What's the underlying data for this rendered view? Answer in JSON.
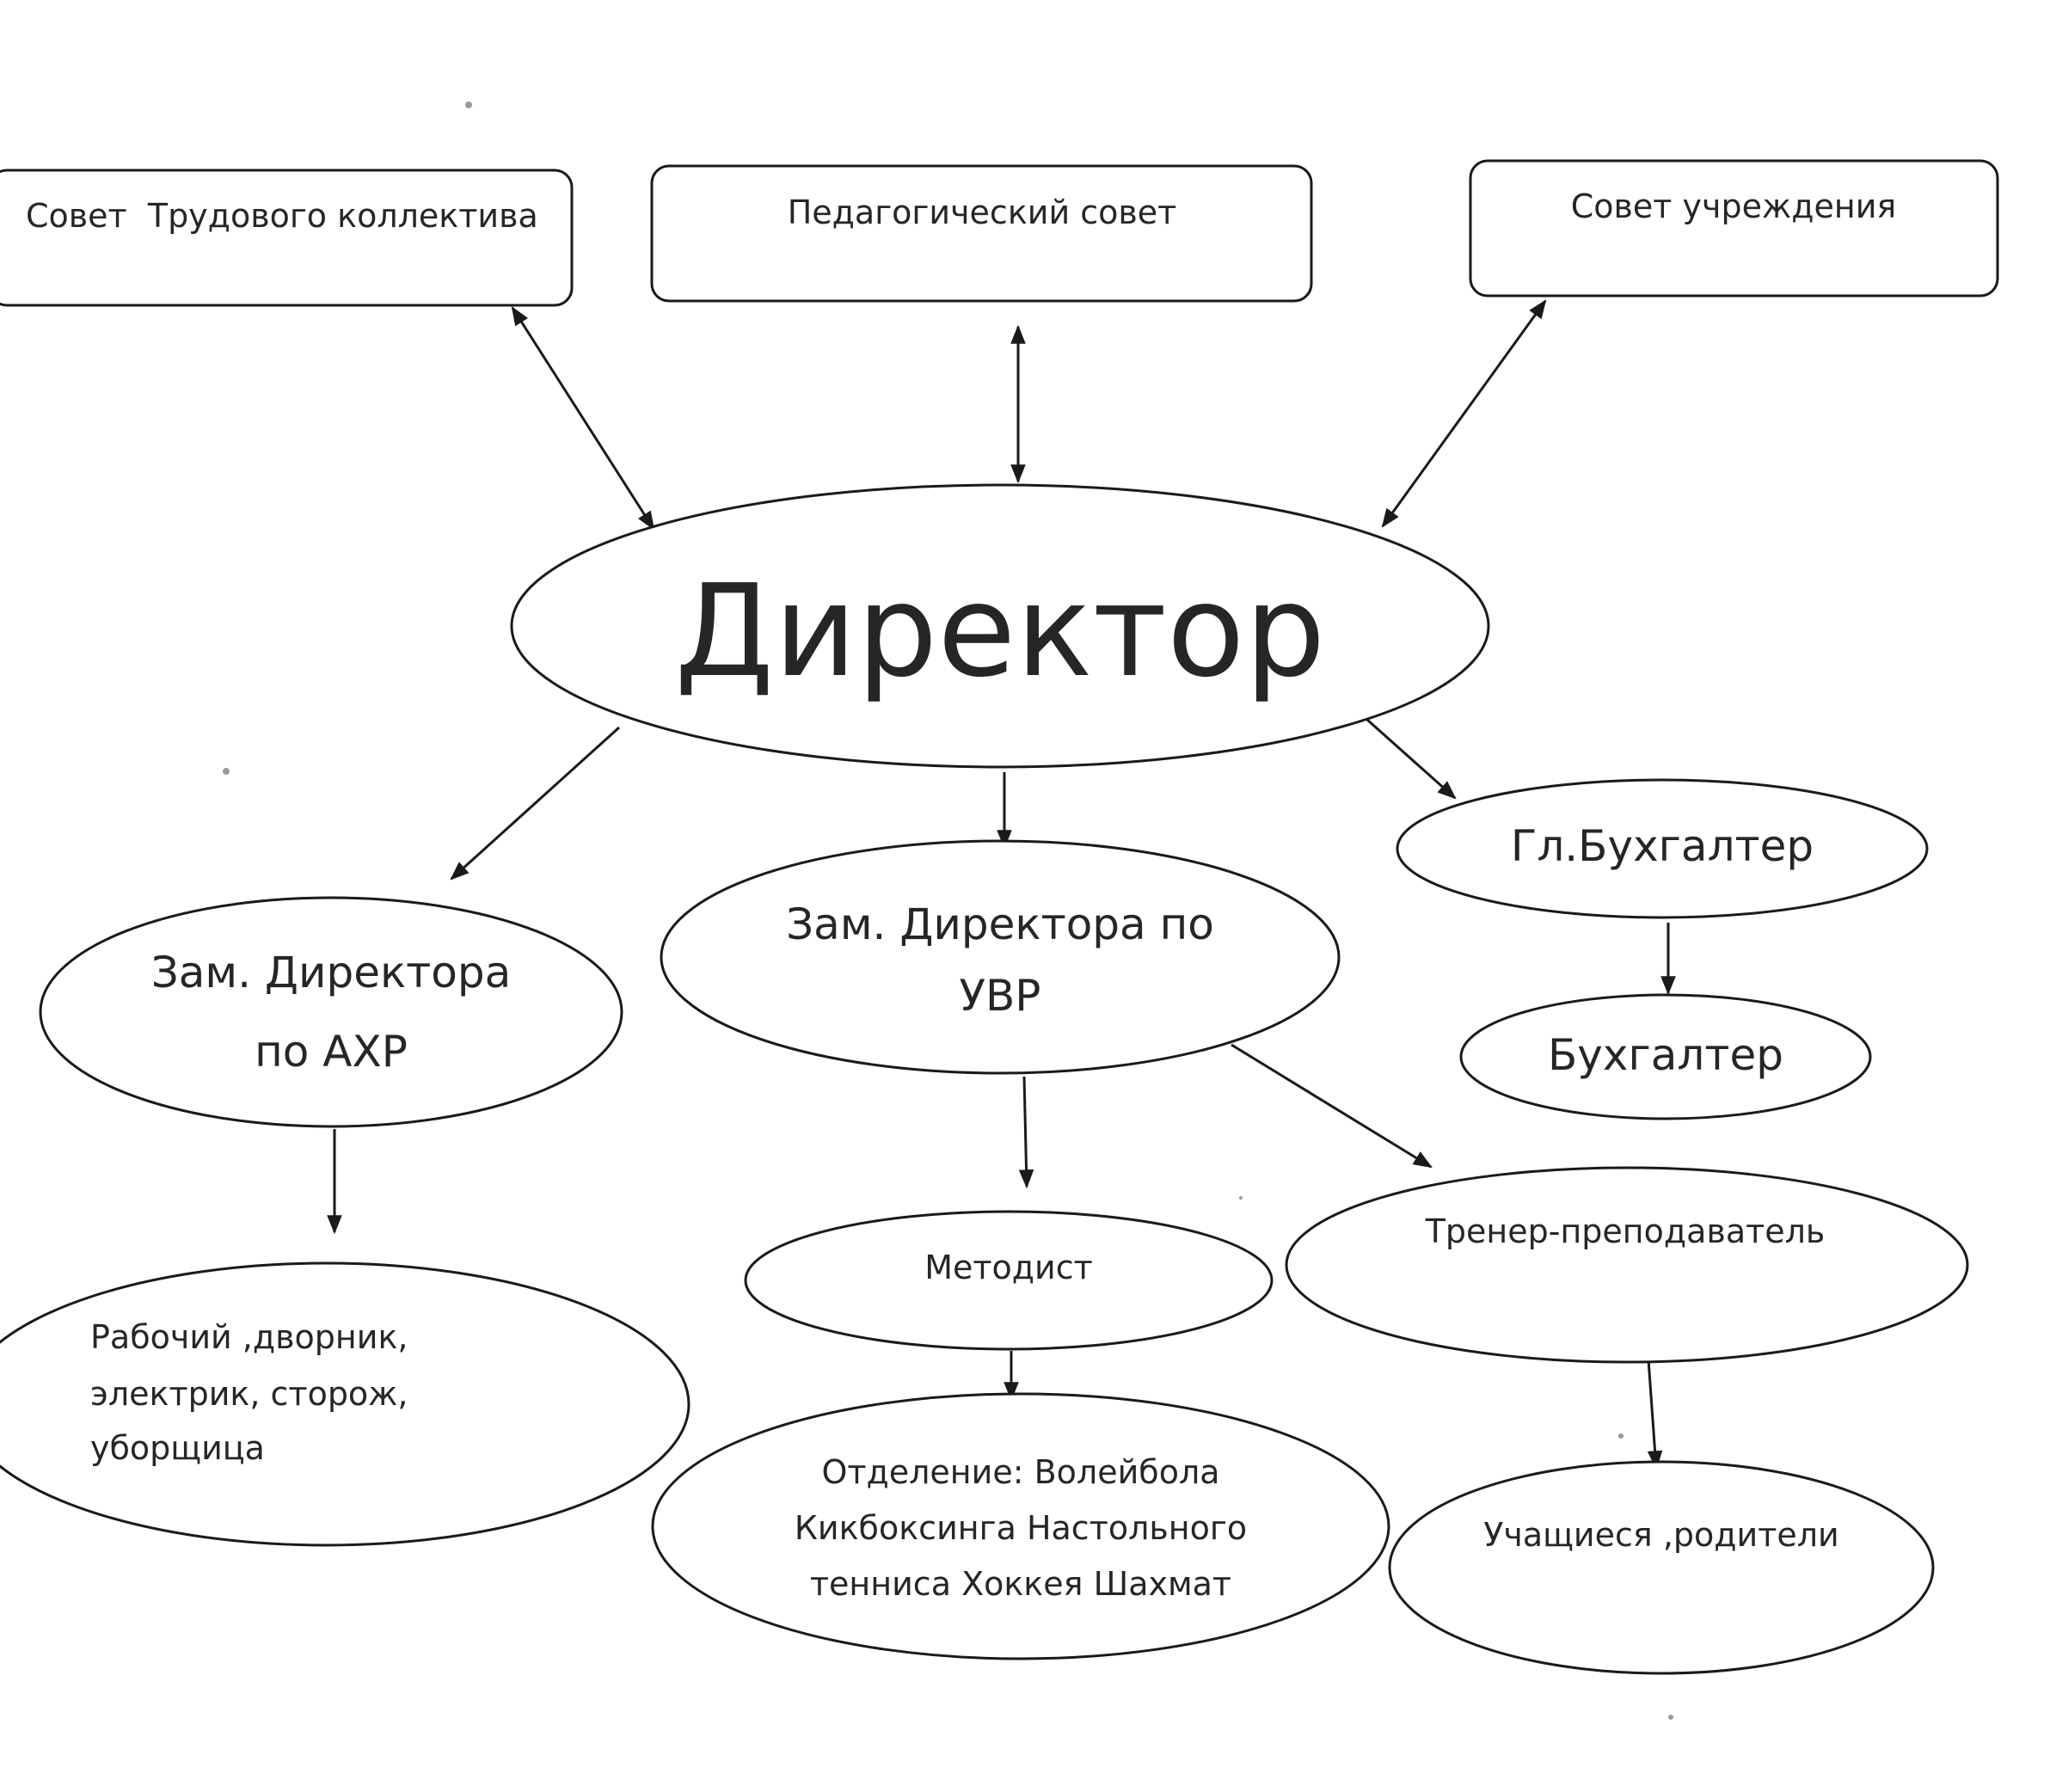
{
  "diagram": {
    "councils": {
      "labor_collective": "Совет  Трудового коллектива",
      "pedagogical": "Педагогический совет",
      "institution": "Совет учреждения"
    },
    "director": "Директор",
    "deputy_ahr": {
      "line1": "Зам. Директора",
      "line2": "по АХР"
    },
    "deputy_uvr": {
      "line1": "Зам. Директора по",
      "line2": "УВР"
    },
    "chief_accountant": "Гл.Бухгалтер",
    "accountant": "Бухгалтер",
    "staff": {
      "line1": "Рабочий ,дворник,",
      "line2": "электрик, сторож,",
      "line3": "уборщица"
    },
    "methodist": "Методист",
    "coach": "Тренер-преподаватель",
    "departments": {
      "line1": "Отделение: Волейбола",
      "line2": "Кикбоксинга Настольного",
      "line3": "тенниса Хоккея Шахмат"
    },
    "students": "Учащиеся ,родители"
  }
}
